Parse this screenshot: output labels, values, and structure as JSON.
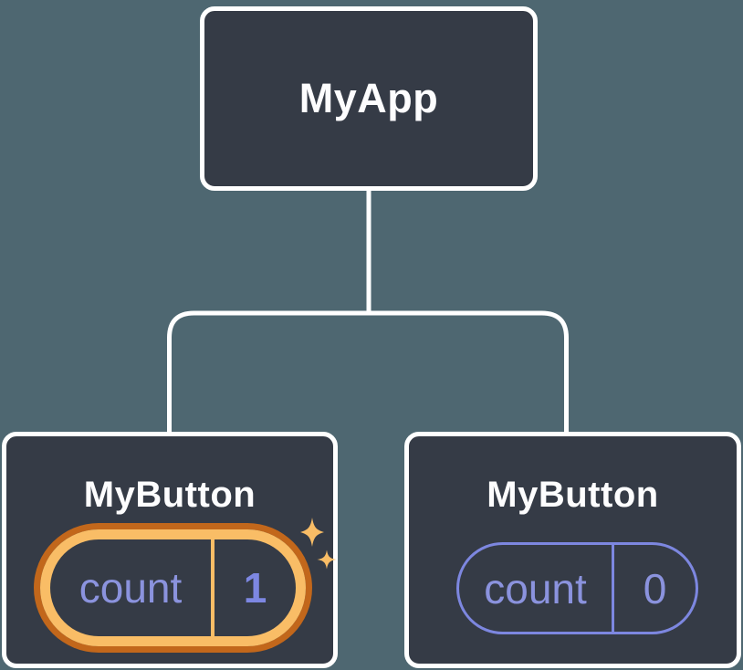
{
  "diagram": {
    "type": "react-component-tree",
    "background_color": "#4E6771",
    "node_fill_color": "#353B46",
    "node_border_color": "#FFFFFF",
    "connector_color": "#FFFFFF",
    "root": {
      "label": "MyApp"
    },
    "children": [
      {
        "label": "MyButton",
        "state": {
          "name": "count",
          "value": "1"
        },
        "highlighted": true,
        "pill_ring_color": "#F9BD66",
        "pill_outline_color": "#C2671B",
        "state_name_color": "#8B93DE",
        "state_value_color": "#7D87E2",
        "sparkles_color": "#F9BD66"
      },
      {
        "label": "MyButton",
        "state": {
          "name": "count",
          "value": "0"
        },
        "highlighted": false,
        "pill_border_color": "#7D87E0",
        "state_name_color": "#8B93DE",
        "state_value_color": "#8B93DE"
      }
    ]
  }
}
